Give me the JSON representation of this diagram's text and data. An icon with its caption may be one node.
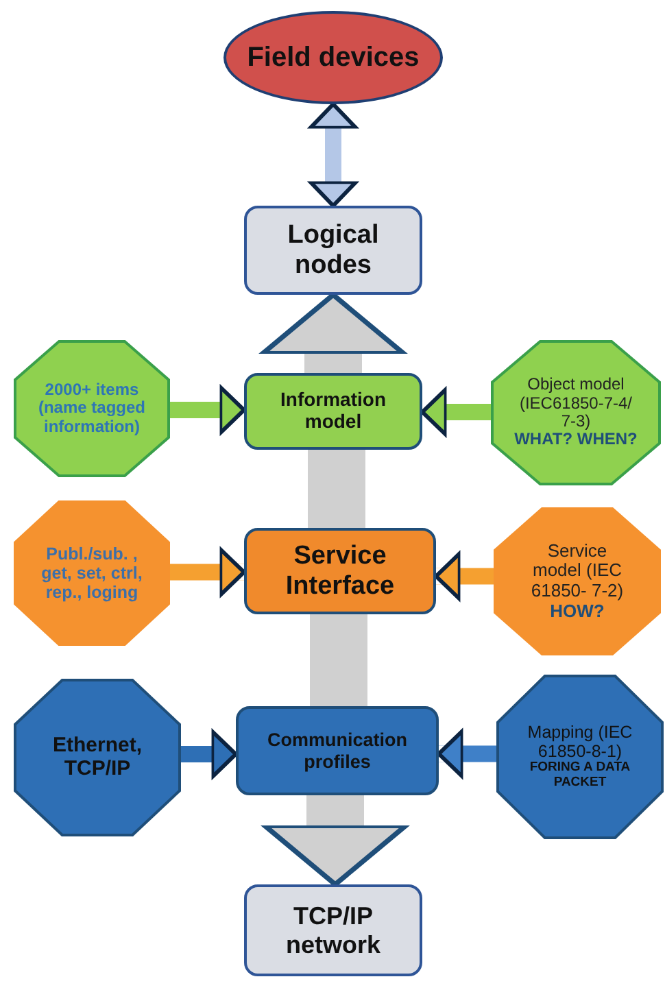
{
  "diagram": {
    "nodes": [
      {
        "text": [
          "Field devices"
        ]
      },
      {
        "text": [
          "Logical nodes"
        ]
      },
      {
        "text": [
          "2000+ items (name tagged information)"
        ]
      },
      {
        "text": [
          "Information model"
        ]
      },
      {
        "text": [
          "Object model (IEC61850-7-4/ 7-3)",
          "WHAT? WHEN?"
        ]
      },
      {
        "text": [
          "Publ./sub. , get, set, ctrl, rep., loging"
        ]
      },
      {
        "text": [
          "Service Interface"
        ]
      },
      {
        "text": [
          "Service model (IEC 61850- 7-2)",
          "HOW?"
        ]
      },
      {
        "text": [
          "Ethernet, TCP/IP"
        ]
      },
      {
        "text": [
          "Communication profiles"
        ]
      },
      {
        "text": [
          "Mapping (IEC 61850-8-1)",
          "FORING A DATA PACKET"
        ]
      },
      {
        "text": [
          "TCP/IP network"
        ]
      }
    ],
    "edges": [
      {
        "from": 0,
        "to": 1,
        "arrow": "both",
        "color": "#b4c7e7"
      },
      {
        "from": 3,
        "to": 1,
        "arrow": "to",
        "style": "thick",
        "color": "#d0d0d0"
      },
      {
        "from": 6,
        "to": 3,
        "arrow": "none",
        "style": "thick",
        "color": "#d0d0d0"
      },
      {
        "from": 9,
        "to": 6,
        "arrow": "none",
        "style": "thick",
        "color": "#d0d0d0"
      },
      {
        "from": 9,
        "to": 11,
        "arrow": "to",
        "style": "thick",
        "color": "#d0d0d0"
      },
      {
        "from": 2,
        "to": 3,
        "arrow": "to",
        "color": "#8fd14f"
      },
      {
        "from": 4,
        "to": 3,
        "arrow": "to",
        "color": "#8fd14f"
      },
      {
        "from": 5,
        "to": 6,
        "arrow": "to",
        "color": "#f5a030"
      },
      {
        "from": 7,
        "to": 6,
        "arrow": "to",
        "color": "#f5a030"
      },
      {
        "from": 8,
        "to": 9,
        "arrow": "to",
        "color": "#2e6fb5"
      },
      {
        "from": 10,
        "to": 9,
        "arrow": "to",
        "color": "#3f80c8"
      }
    ]
  }
}
